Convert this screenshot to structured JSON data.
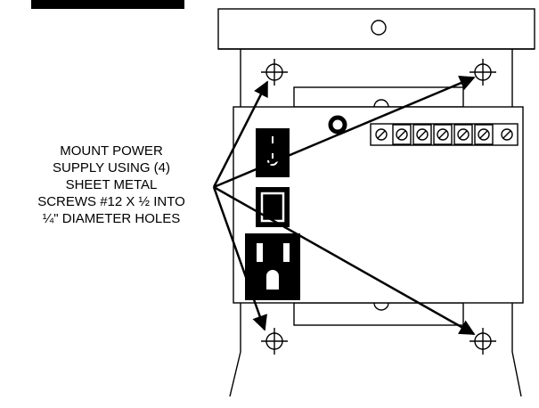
{
  "instruction": {
    "lines": [
      "MOUNT POWER",
      "SUPPLY USING (4)",
      "SHEET METAL",
      "SCREWS #12 X ½ INTO",
      "¼\" DIAMETER HOLES"
    ]
  },
  "colors": {
    "ink": "#000000",
    "paper": "#ffffff"
  },
  "icons": {
    "mount_hole": "crosshair-circle-icon",
    "terminal_screw": "slotted-screw-icon",
    "power_switch": "rocker-switch-icon",
    "outlet": "ac-outlet-icon"
  }
}
